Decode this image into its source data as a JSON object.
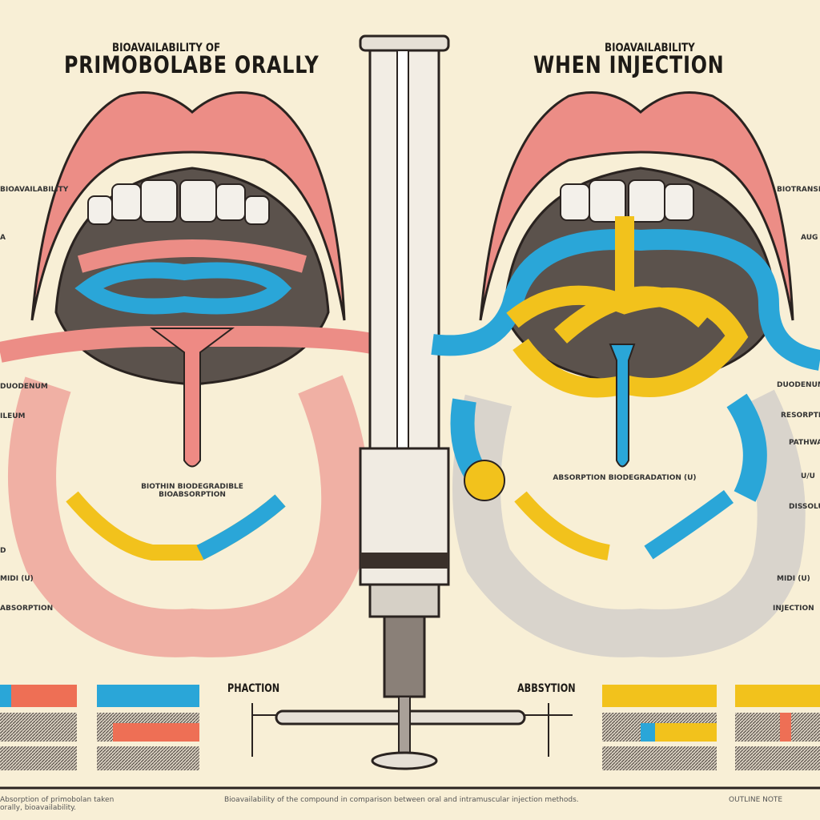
{
  "left_panel": {
    "subtitle": "BIOAVAILABILITY OF",
    "title": "PRIMOBOLABE ORALLY",
    "center_label": "BIOTHIN BIODEGRADIBLE BIOABSORPTION",
    "bottom_label": "PHACTION",
    "side_labels": [
      "BIOAVAILABILITY",
      "A",
      "DUODENUM",
      "ILEUM",
      "D",
      "MIDI (U)",
      "ABSORPTION"
    ]
  },
  "right_panel": {
    "subtitle": "BIOAVAILABILITY",
    "title": "WHEN INJECTION",
    "center_label": "ABSORPTION BIODEGRADATION (U)",
    "bottom_label": "ABBSYTION",
    "side_labels": [
      "BIOTRANSFORM",
      "AUG",
      "DUODENUM",
      "RESORPTION",
      "PATHWAY",
      "U/U",
      "DISSOLUTION",
      "MIDI (U)",
      "INJECTION"
    ]
  },
  "footer": {
    "left_note": "Absorption of primobolan taken orally, bioavailability.",
    "center_note": "Bioavailability of the compound in comparison between oral and intramuscular injection methods.",
    "right_note": "OUTLINE NOTE"
  },
  "colors": {
    "background": "#f8efd6",
    "pink": "#ee8a84",
    "blue": "#2aa6d8",
    "yellow": "#f2c21c",
    "outline": "#2a2320"
  }
}
